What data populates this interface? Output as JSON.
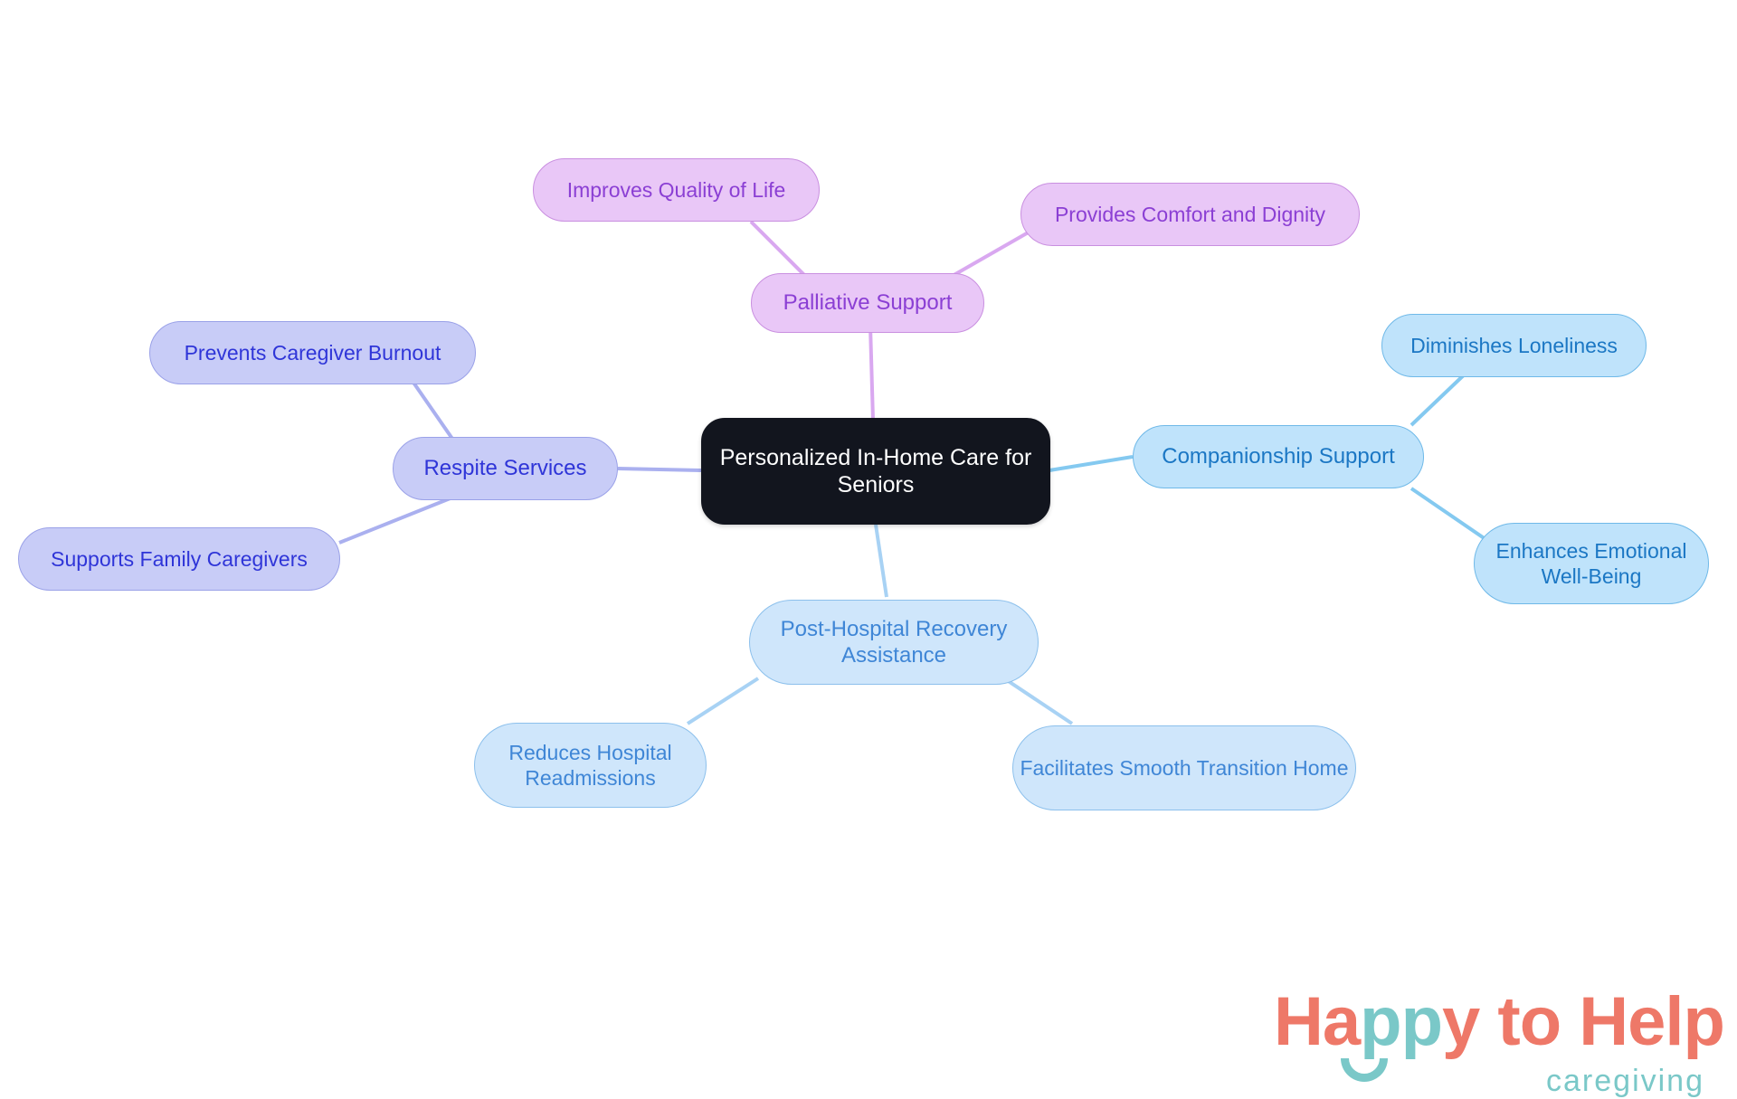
{
  "diagram": {
    "type": "mindmap",
    "root": {
      "id": "root",
      "label": "Personalized In-Home Care for Seniors",
      "fill": "#12151e",
      "text_color": "#ffffff"
    },
    "branches": [
      {
        "id": "palliative-support",
        "label": "Palliative Support",
        "fill": "#e9c7f7",
        "stroke": "#c98fe0",
        "text_color": "#8b3fd4",
        "children": [
          {
            "id": "improves-quality-of-life",
            "label": "Improves Quality of Life"
          },
          {
            "id": "provides-comfort-and-dignity",
            "label": "Provides Comfort and Dignity"
          }
        ]
      },
      {
        "id": "respite-services",
        "label": "Respite Services",
        "fill": "#c8ccf7",
        "stroke": "#9aa1e8",
        "text_color": "#2f35d8",
        "children": [
          {
            "id": "prevents-caregiver-burnout",
            "label": "Prevents Caregiver Burnout"
          },
          {
            "id": "supports-family-caregivers",
            "label": "Supports Family Caregivers"
          }
        ]
      },
      {
        "id": "companionship-support",
        "label": "Companionship Support",
        "fill": "#bfe3fb",
        "stroke": "#6fb9e8",
        "text_color": "#1b77c4",
        "children": [
          {
            "id": "diminishes-loneliness",
            "label": "Diminishes Loneliness"
          },
          {
            "id": "enhances-emotional-well-being",
            "label": "Enhances Emotional Well-Being"
          }
        ]
      },
      {
        "id": "post-hospital-recovery-assistance",
        "label": "Post-Hospital Recovery Assistance",
        "fill": "#cfe6fb",
        "stroke": "#8cc0ec",
        "text_color": "#3f86d6",
        "children": [
          {
            "id": "reduces-hospital-readmissions",
            "label": "Reduces Hospital Readmissions"
          },
          {
            "id": "facilitates-smooth-transition-home",
            "label": "Facilitates Smooth Transition Home"
          }
        ]
      }
    ]
  },
  "logo": {
    "word_happy": "Ha",
    "word_pp": "pp",
    "word_y": "y",
    "word_to_help": " to Help",
    "tagline": "caregiving",
    "coral": "#ee7868",
    "teal": "#7ac8c8"
  }
}
